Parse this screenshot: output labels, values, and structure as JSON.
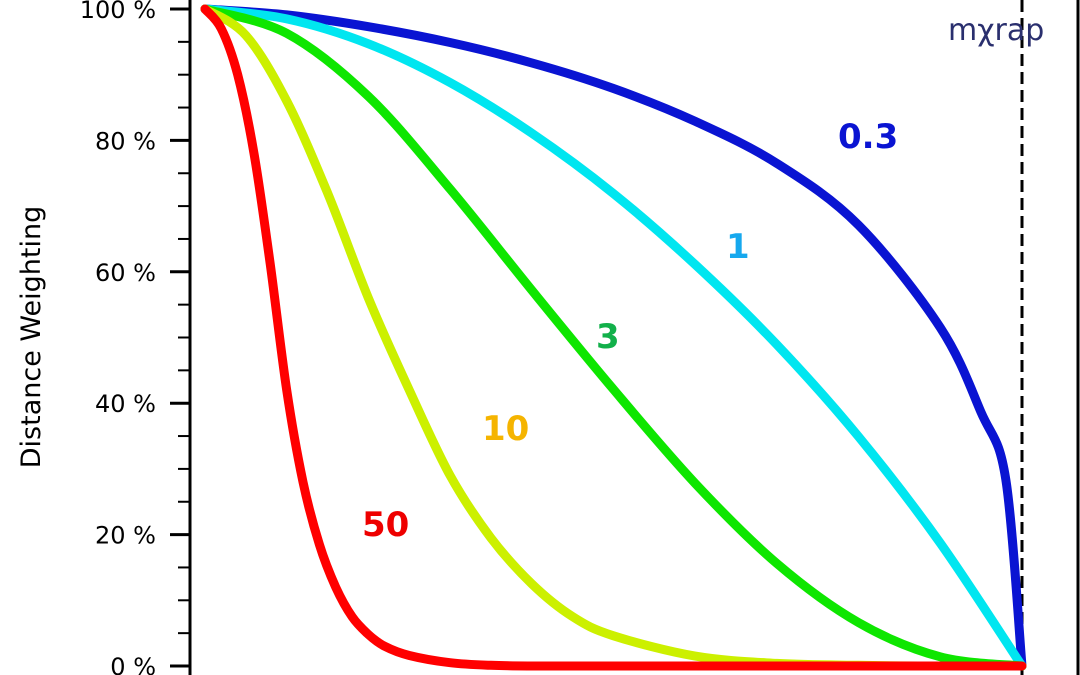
{
  "chart_data": {
    "type": "line",
    "xlabel": "",
    "ylabel": "Distance Weighting",
    "xlim": [
      0,
      1
    ],
    "ylim": [
      0,
      100
    ],
    "y_ticks": [
      {
        "value": 0,
        "label": "0 %"
      },
      {
        "value": 20,
        "label": "20 %"
      },
      {
        "value": 40,
        "label": "40 %"
      },
      {
        "value": 60,
        "label": "60 %"
      },
      {
        "value": 80,
        "label": "80 %"
      },
      {
        "value": 100,
        "label": "100 %"
      }
    ],
    "grid": false,
    "legend": "inline",
    "cutoff_marker_x": 1,
    "brand_text": "mχrap",
    "series": [
      {
        "name": "0.3",
        "color": "#0a14d2",
        "label_color": "#0a14d2",
        "x": [
          0,
          0.1,
          0.2,
          0.3,
          0.4,
          0.5,
          0.6,
          0.7,
          0.8,
          0.9,
          0.95,
          0.98,
          1.0
        ],
        "y": [
          100,
          99.1,
          97.3,
          94.9,
          91.8,
          87.9,
          82.9,
          76.5,
          67.1,
          51.5,
          38.6,
          28.5,
          0
        ]
      },
      {
        "name": "1",
        "color": "#00e6f0",
        "label_color": "#16a8ee",
        "x": [
          0,
          0.1,
          0.2,
          0.3,
          0.4,
          0.5,
          0.6,
          0.7,
          0.8,
          0.9,
          1.0
        ],
        "y": [
          100,
          98.5,
          94.7,
          88.8,
          81.1,
          71.9,
          61.1,
          48.9,
          34.9,
          18.7,
          0
        ]
      },
      {
        "name": "3",
        "color": "#0ee600",
        "label_color": "#12b04a",
        "x": [
          0,
          0.1,
          0.2,
          0.3,
          0.4,
          0.5,
          0.6,
          0.7,
          0.8,
          0.9,
          1.0
        ],
        "y": [
          100,
          96.3,
          86.7,
          72.6,
          57.2,
          42.1,
          27.8,
          15.6,
          6.6,
          1.4,
          0
        ]
      },
      {
        "name": "10",
        "color": "#ccf000",
        "label_color": "#f5b400",
        "x": [
          0,
          0.05,
          0.1,
          0.15,
          0.2,
          0.25,
          0.3,
          0.35,
          0.4,
          0.45,
          0.5,
          0.6,
          0.7,
          0.8,
          0.9,
          1.0
        ],
        "y": [
          100,
          96.0,
          86.0,
          72.0,
          56.0,
          42.0,
          29.0,
          19.5,
          12.5,
          7.5,
          4.6,
          1.5,
          0.4,
          0.1,
          0,
          0
        ]
      },
      {
        "name": "50",
        "color": "#ff0000",
        "label_color": "#ee0000",
        "x": [
          0,
          0.02,
          0.04,
          0.06,
          0.08,
          0.1,
          0.12,
          0.14,
          0.16,
          0.18,
          0.2,
          0.22,
          0.25,
          0.3,
          0.35,
          0.4,
          0.5,
          0.6,
          0.8,
          1.0
        ],
        "y": [
          100,
          97.0,
          90.0,
          78.0,
          61.0,
          42.0,
          28.0,
          18.5,
          12.0,
          7.5,
          4.8,
          3.0,
          1.6,
          0.5,
          0.1,
          0,
          0,
          0,
          0,
          0
        ]
      }
    ]
  }
}
